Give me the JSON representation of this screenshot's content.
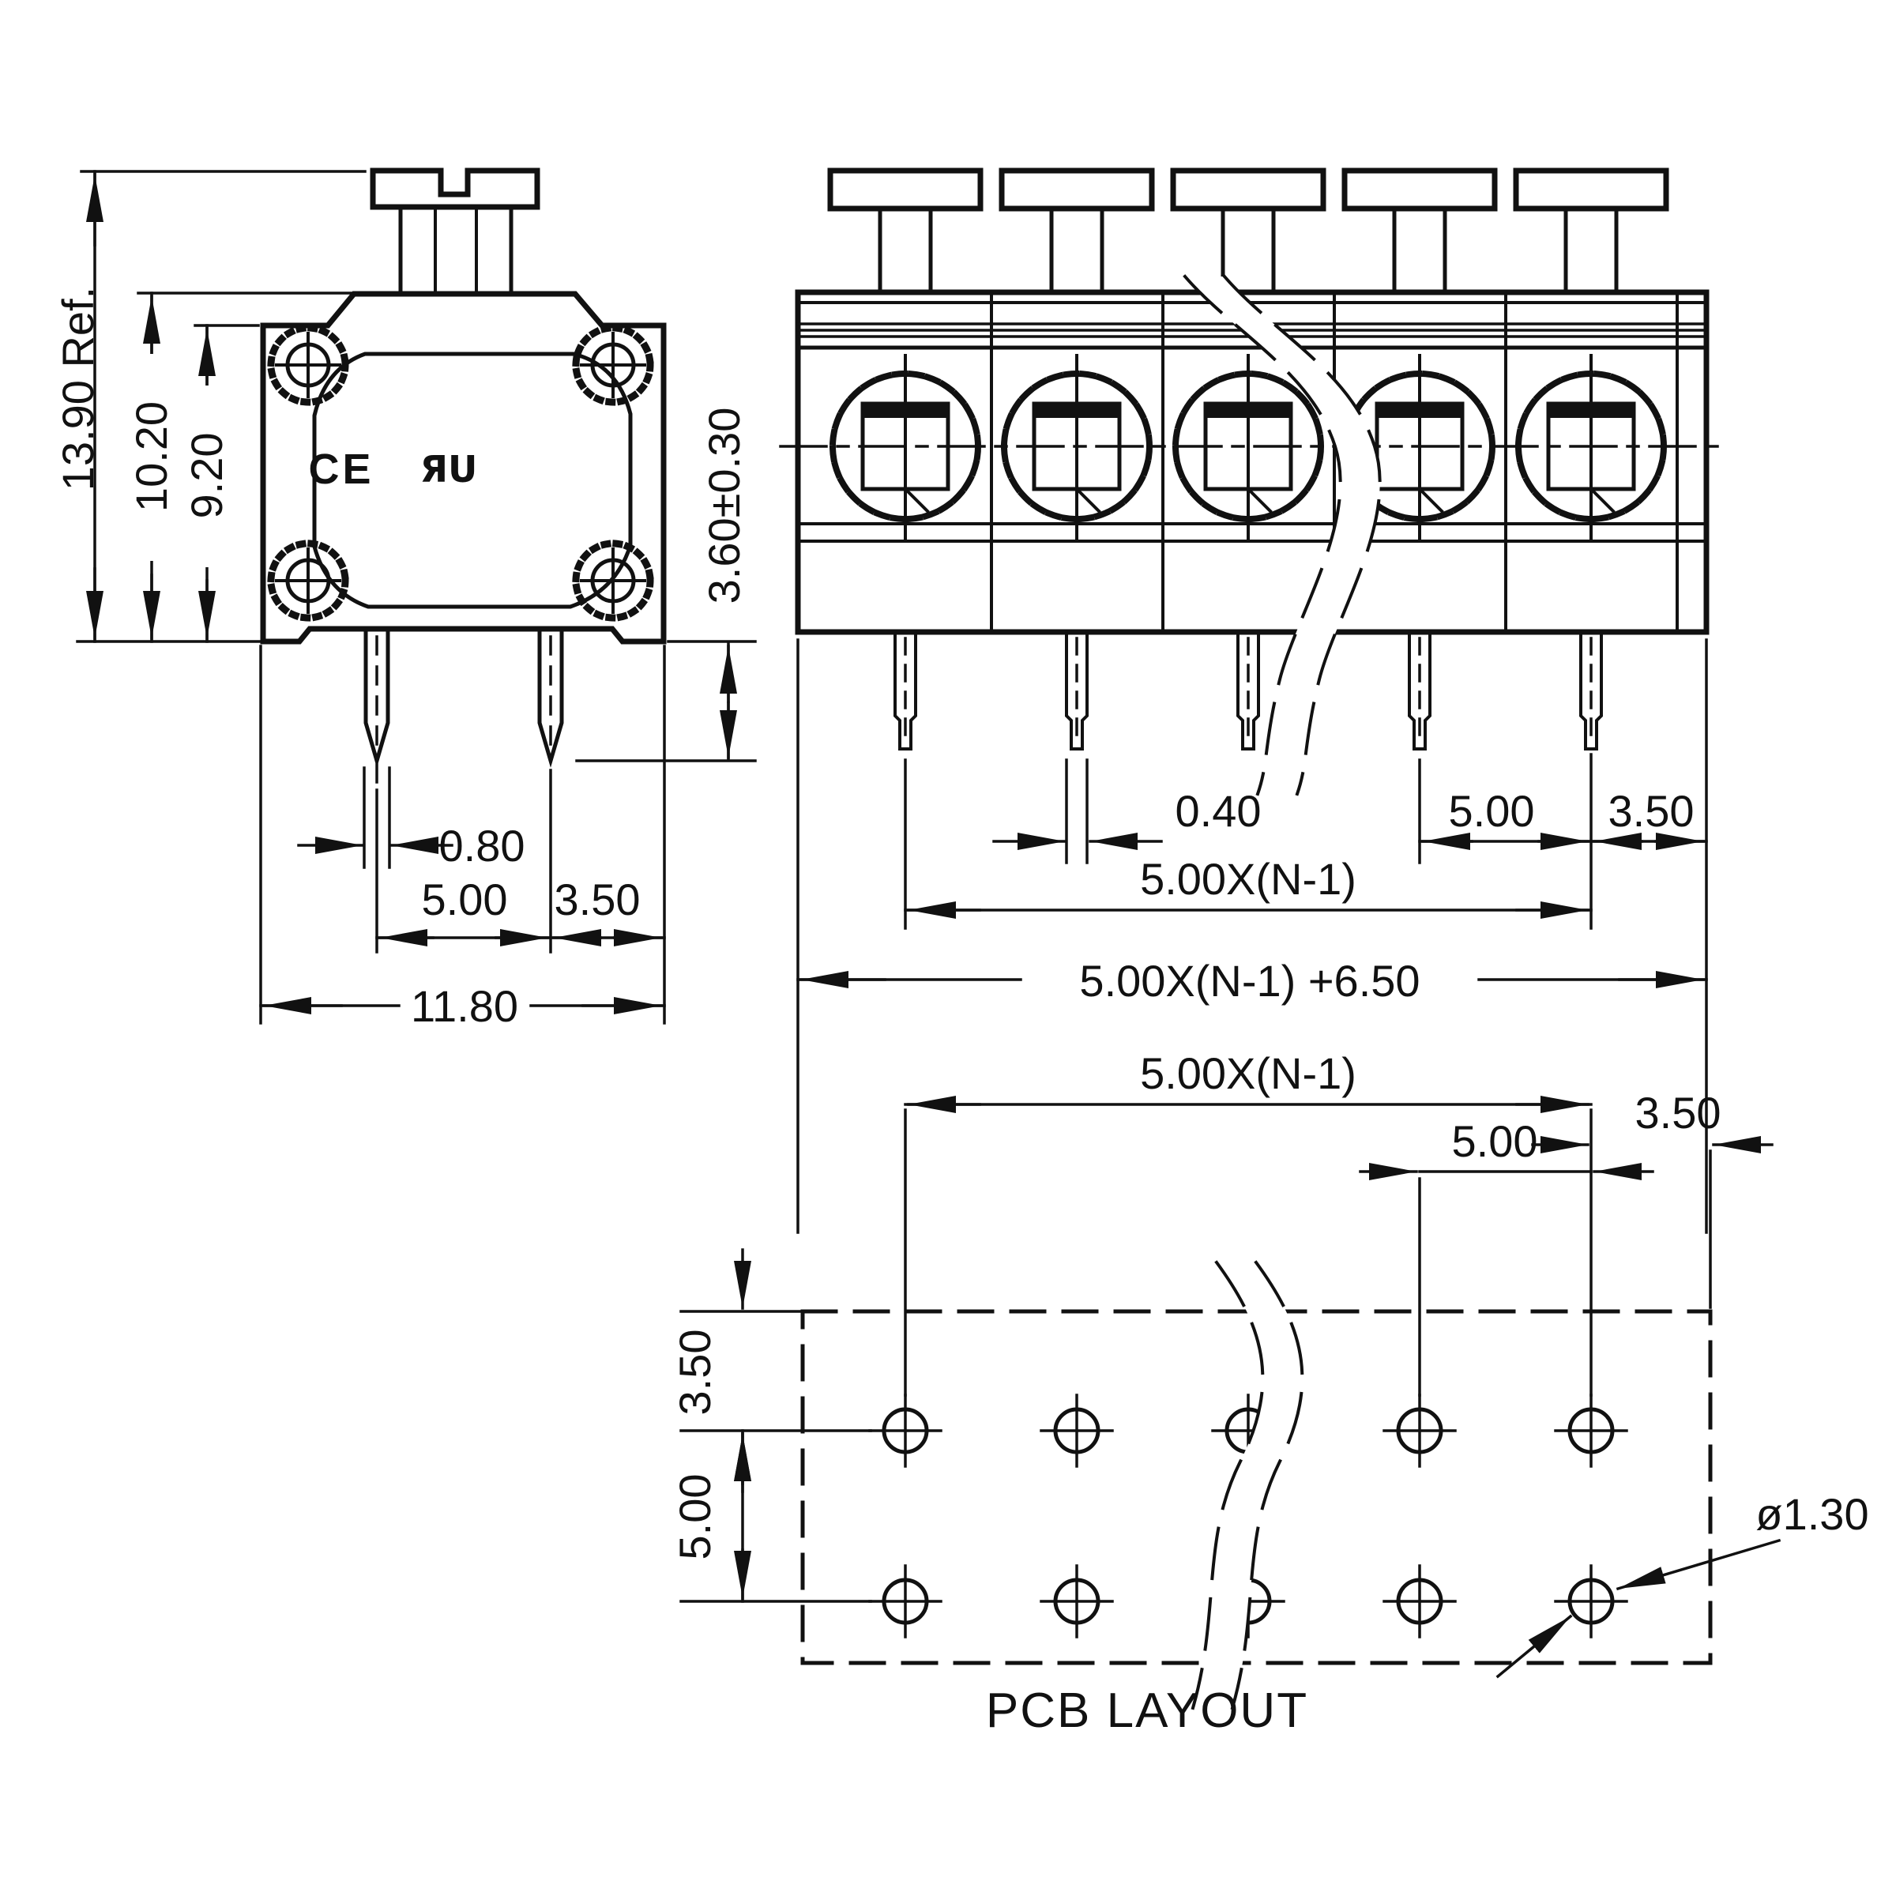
{
  "drawing": {
    "caption": "PCB LAYOUT",
    "side_view": {
      "dim_height_ref": "13.90 Ref.",
      "dim_height_body": "10.20",
      "dim_height_inner": "9.20",
      "dim_pin_protrusion": "3.60±0.30",
      "dim_pin_width": "0.80",
      "dim_pin_pitch": "5.00",
      "dim_edge_offset": "3.50",
      "dim_overall_width": "11.80",
      "ce_mark": "CE",
      "ul_mark": "ЯU"
    },
    "front_view": {
      "dim_pin_thickness": "0.40",
      "dim_pin_pitch": "5.00",
      "dim_edge_offset": "3.50",
      "dim_pitch_span": "5.00X(N-1)",
      "dim_overall_width": "5.00X(N-1) +6.50"
    },
    "pcb_layout": {
      "dim_pitch_span": "5.00X(N-1)",
      "dim_edge_offset_top": "3.50",
      "dim_hole_pitch_top": "5.00",
      "dim_row_offset_left": "3.50",
      "dim_row_pitch_left": "5.00",
      "dim_hole_diameter": "ø1.30"
    }
  }
}
